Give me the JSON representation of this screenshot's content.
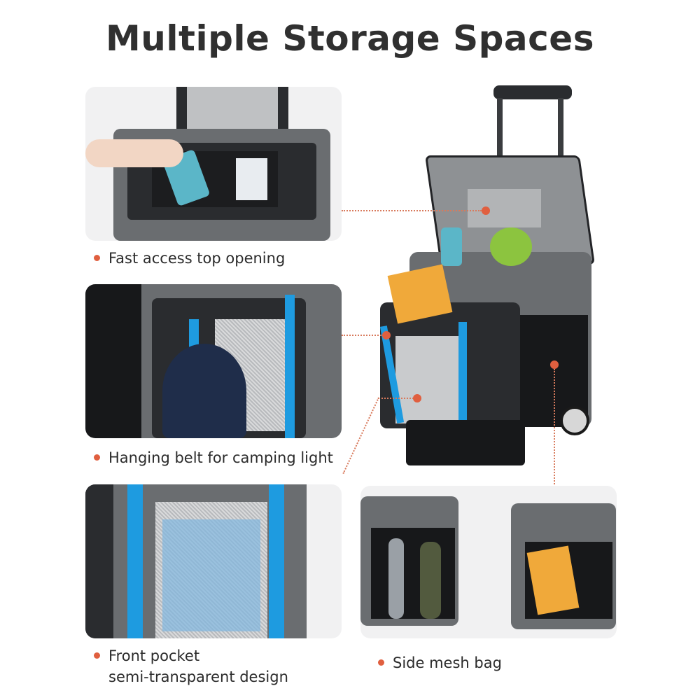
{
  "header": {
    "title": "Multiple Storage Spaces"
  },
  "features": [
    {
      "id": "top-opening",
      "label": "Fast access top opening"
    },
    {
      "id": "hanging-belt",
      "label": "Hanging belt for camping light"
    },
    {
      "id": "front-pocket",
      "label_line1": "Front pocket",
      "label_line2": "semi-transparent design"
    },
    {
      "id": "side-mesh",
      "label": "Side mesh bag"
    }
  ],
  "colors": {
    "accent_dot": "#e05f3f",
    "strap_blue": "#1e9be0",
    "bag_grey": "#6a6d70",
    "title_text": "#303030"
  }
}
